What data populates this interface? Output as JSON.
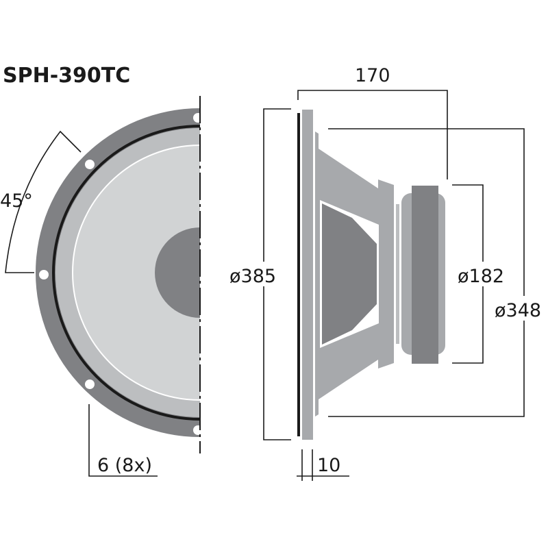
{
  "title": "SPH-390TC",
  "dimensions": {
    "depth": "170",
    "outer_diameter": "ø385",
    "magnet_diameter": "ø182",
    "cutout_diameter": "ø348",
    "flange_thickness": "10",
    "mount_holes": "6 (8x)",
    "hole_angle": "45°"
  },
  "colors": {
    "frame_dark": "#808184",
    "frame_mid": "#a7a9ac",
    "cone_light": "#d1d3d4",
    "surround": "#bcbec0",
    "line": "#1a1a1a"
  }
}
